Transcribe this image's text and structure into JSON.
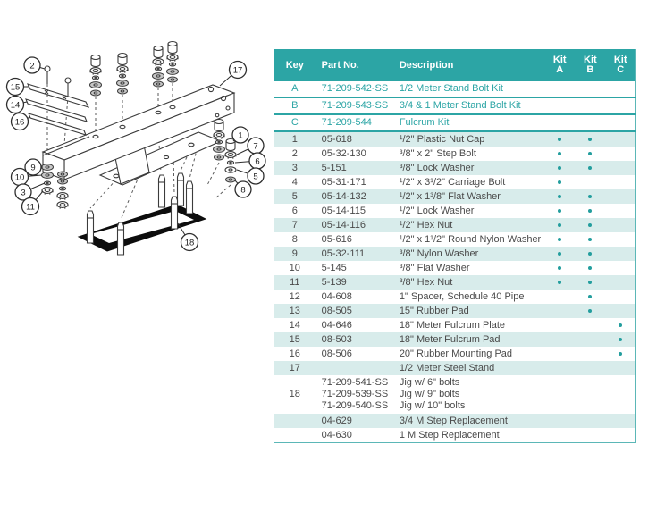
{
  "colors": {
    "teal_header": "#2ca5a5",
    "teal_text": "#2ca5a5",
    "row_shade": "#d8eceb",
    "dot": "#239e9e",
    "body_text": "#4a4a4a"
  },
  "diagram": {
    "callouts": {
      "k1": "1",
      "k2": "2",
      "k3": "3",
      "k5": "5",
      "k6": "6",
      "k7": "7",
      "k8": "8",
      "k9": "9",
      "k10": "10",
      "k11": "11",
      "k14": "14",
      "k15": "15",
      "k16": "16",
      "k17": "17",
      "k18": "18"
    }
  },
  "table": {
    "header": {
      "key": "Key",
      "part": "Part No.",
      "desc": "Description",
      "kit": "Kit",
      "a": "A",
      "b": "B",
      "c": "C"
    },
    "rows": [
      {
        "type": "kit",
        "key": "A",
        "part": [
          "71-209-542-SS"
        ],
        "desc": [
          "1/2 Meter Stand Bolt Kit"
        ],
        "a": false,
        "b": false,
        "c": false
      },
      {
        "type": "kit",
        "key": "B",
        "part": [
          "71-209-543-SS"
        ],
        "desc": [
          "3/4 & 1 Meter Stand Bolt Kit"
        ],
        "a": false,
        "b": false,
        "c": false
      },
      {
        "type": "kit",
        "key": "C",
        "part": [
          "71-209-544"
        ],
        "desc": [
          "Fulcrum Kit"
        ],
        "a": false,
        "b": false,
        "c": false
      },
      {
        "type": "item",
        "key": "1",
        "part": [
          "05-618"
        ],
        "desc": [
          "¹/2\" Plastic Nut Cap"
        ],
        "a": true,
        "b": true,
        "c": false
      },
      {
        "type": "item",
        "key": "2",
        "part": [
          "05-32-130"
        ],
        "desc": [
          "³/8\" x 2\" Step Bolt"
        ],
        "a": true,
        "b": true,
        "c": false
      },
      {
        "type": "item",
        "key": "3",
        "part": [
          "5-151"
        ],
        "desc": [
          "³/8\" Lock Washer"
        ],
        "a": true,
        "b": true,
        "c": false
      },
      {
        "type": "item",
        "key": "4",
        "part": [
          "05-31-171"
        ],
        "desc": [
          "¹/2\" x 3¹/2\" Carriage Bolt"
        ],
        "a": true,
        "b": false,
        "c": false
      },
      {
        "type": "item",
        "key": "5",
        "part": [
          "05-14-132"
        ],
        "desc": [
          "¹/2\" x 1³/8\" Flat Washer"
        ],
        "a": true,
        "b": true,
        "c": false
      },
      {
        "type": "item",
        "key": "6",
        "part": [
          "05-14-115"
        ],
        "desc": [
          "¹/2\" Lock Washer"
        ],
        "a": true,
        "b": true,
        "c": false
      },
      {
        "type": "item",
        "key": "7",
        "part": [
          "05-14-116"
        ],
        "desc": [
          "¹/2\" Hex Nut"
        ],
        "a": true,
        "b": true,
        "c": false
      },
      {
        "type": "item",
        "key": "8",
        "part": [
          "05-616"
        ],
        "desc": [
          "¹/2\" x 1¹/2\" Round Nylon Washer"
        ],
        "a": true,
        "b": true,
        "c": false
      },
      {
        "type": "item",
        "key": "9",
        "part": [
          "05-32-111"
        ],
        "desc": [
          "³/8\" Nylon Washer"
        ],
        "a": true,
        "b": true,
        "c": false
      },
      {
        "type": "item",
        "key": "10",
        "part": [
          "5-145"
        ],
        "desc": [
          "³/8\" Flat Washer"
        ],
        "a": true,
        "b": true,
        "c": false
      },
      {
        "type": "item",
        "key": "11",
        "part": [
          "5-139"
        ],
        "desc": [
          "³/8\" Hex Nut"
        ],
        "a": true,
        "b": true,
        "c": false
      },
      {
        "type": "item",
        "key": "12",
        "part": [
          "04-608"
        ],
        "desc": [
          "1\" Spacer, Schedule 40 Pipe"
        ],
        "a": false,
        "b": true,
        "c": false
      },
      {
        "type": "item",
        "key": "13",
        "part": [
          "08-505"
        ],
        "desc": [
          "15\" Rubber Pad"
        ],
        "a": false,
        "b": true,
        "c": false
      },
      {
        "type": "item",
        "key": "14",
        "part": [
          "04-646"
        ],
        "desc": [
          "18\" Meter Fulcrum Plate"
        ],
        "a": false,
        "b": false,
        "c": true
      },
      {
        "type": "item",
        "key": "15",
        "part": [
          "08-503"
        ],
        "desc": [
          "18\" Meter Fulcrum Pad"
        ],
        "a": false,
        "b": false,
        "c": true
      },
      {
        "type": "item",
        "key": "16",
        "part": [
          "08-506"
        ],
        "desc": [
          "20\" Rubber Mounting Pad"
        ],
        "a": false,
        "b": false,
        "c": true
      },
      {
        "type": "item",
        "key": "17",
        "part": [],
        "desc": [
          "1/2 Meter Steel Stand"
        ],
        "a": false,
        "b": false,
        "c": false
      },
      {
        "type": "item",
        "key": "18",
        "part": [
          "71-209-541-SS",
          "71-209-539-SS",
          "71-209-540-SS"
        ],
        "desc": [
          "Jig w/ 6\" bolts",
          "Jig w/ 9\" bolts",
          "Jig w/ 10\" bolts"
        ],
        "a": false,
        "b": false,
        "c": false
      },
      {
        "type": "item",
        "key": "",
        "part": [
          "04-629"
        ],
        "desc": [
          "3/4 M Step Replacement"
        ],
        "a": false,
        "b": false,
        "c": false
      },
      {
        "type": "item",
        "key": "",
        "part": [
          "04-630"
        ],
        "desc": [
          "1 M Step Replacement"
        ],
        "a": false,
        "b": false,
        "c": false
      }
    ]
  }
}
